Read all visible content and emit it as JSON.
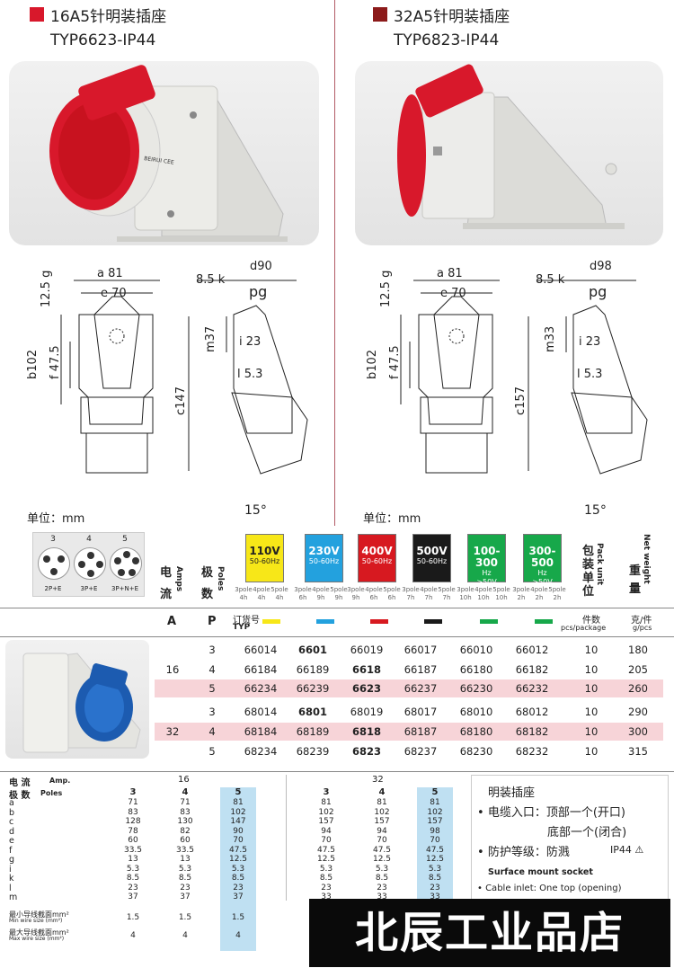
{
  "product_left": {
    "name": "16A5针明装插座",
    "model": "TYP6623-IP44",
    "color": "#d8182b"
  },
  "product_right": {
    "name": "32A5针明装插座",
    "model": "TYP6823-IP44",
    "color": "#8c1a1a"
  },
  "drawing_left": {
    "a": "a 81",
    "e": "e 70",
    "g": "12.5 g",
    "b": "b102",
    "f": "f 47.5",
    "d": "d90",
    "k": "8.5 k",
    "pg": "pg",
    "m": "m37",
    "i": "i 23",
    "l": "l 5.3",
    "c": "c147",
    "angle": "15°",
    "unit": "单位：mm"
  },
  "drawing_right": {
    "a": "a 81",
    "e": "e 70",
    "g": "12.5 g",
    "b": "b102",
    "f": "f 47.5",
    "d": "d98",
    "k": "8.5 k",
    "pg": "pg",
    "m": "m33",
    "i": "i 23",
    "l": "l 5.3",
    "c": "c157",
    "angle": "15°",
    "unit": "单位：mm"
  },
  "poles": [
    {
      "n": "3",
      "lbl": "2P+E"
    },
    {
      "n": "4",
      "lbl": "3P+E"
    },
    {
      "n": "5",
      "lbl": "3P+N+E"
    }
  ],
  "hdr": {
    "current": "电流",
    "current_en": "Amps",
    "poles": "极数",
    "poles_en": "Poles",
    "pack": "包装单位",
    "pack_en": "Pack unit",
    "weight": "重量",
    "weight_en": "Net weight",
    "A": "A",
    "P": "P",
    "order": "订货号",
    "typ": "TYP",
    "pieces": "件数",
    "pcs_pkg": "pcs/package",
    "kg": "克/件",
    "gpcs": "g/pcs"
  },
  "voltages": [
    {
      "v": "110V",
      "hz": "50-60Hz",
      "bg": "#f7e718",
      "fg": "#222",
      "poles": [
        "3pole",
        "4pole",
        "5pole"
      ],
      "h": [
        "4h",
        "4h",
        "4h"
      ]
    },
    {
      "v": "230V",
      "hz": "50-60Hz",
      "bg": "#23a1de",
      "fg": "#fff",
      "poles": [
        "3pole",
        "4pole",
        "5pole"
      ],
      "h": [
        "6h",
        "9h",
        "9h"
      ]
    },
    {
      "v": "400V",
      "hz": "50-60Hz",
      "bg": "#d71920",
      "fg": "#fff",
      "poles": [
        "3pole",
        "4pole",
        "5pole"
      ],
      "h": [
        "9h",
        "6h",
        "6h"
      ]
    },
    {
      "v": "500V",
      "hz": "50-60Hz",
      "bg": "#1a1a1a",
      "fg": "#fff",
      "poles": [
        "3pole",
        "4pole",
        "5pole"
      ],
      "h": [
        "7h",
        "7h",
        "7h"
      ]
    },
    {
      "v": "100-300",
      "hz": "Hz",
      "hz2": ">50V",
      "bg": "#17a84a",
      "fg": "#fff",
      "poles": [
        "3pole",
        "4pole",
        "5pole"
      ],
      "h": [
        "10h",
        "10h",
        "10h"
      ]
    },
    {
      "v": "300-500",
      "hz": "Hz",
      "hz2": ">50V",
      "bg": "#17a84a",
      "fg": "#fff",
      "poles": [
        "3pole",
        "4pole",
        "5pole"
      ],
      "h": [
        "2h",
        "2h",
        "2h"
      ]
    }
  ],
  "colbars": [
    "#f7e718",
    "#23a1de",
    "#d71920",
    "#1a1a1a",
    "#17a84a",
    "#17a84a"
  ],
  "rows": [
    {
      "a": "",
      "p": "3",
      "c": [
        "66014",
        "6601",
        "66019",
        "66017",
        "66010",
        "66012"
      ],
      "pk": "10",
      "w": "180",
      "bold": 1,
      "hl": false
    },
    {
      "a": "16",
      "p": "4",
      "c": [
        "66184",
        "66189",
        "6618",
        "66187",
        "66180",
        "66182"
      ],
      "pk": "10",
      "w": "205",
      "bold": 2,
      "hl": false
    },
    {
      "a": "",
      "p": "5",
      "c": [
        "66234",
        "66239",
        "6623",
        "66237",
        "66230",
        "66232"
      ],
      "pk": "10",
      "w": "260",
      "bold": 2,
      "hl": true
    },
    {
      "a": "",
      "p": "3",
      "c": [
        "68014",
        "6801",
        "68019",
        "68017",
        "68010",
        "68012"
      ],
      "pk": "10",
      "w": "290",
      "bold": 1,
      "hl": false
    },
    {
      "a": "32",
      "p": "4",
      "c": [
        "68184",
        "68189",
        "6818",
        "68187",
        "68180",
        "68182"
      ],
      "pk": "10",
      "w": "300",
      "bold": 2,
      "hl": true
    },
    {
      "a": "",
      "p": "5",
      "c": [
        "68234",
        "68239",
        "6823",
        "68237",
        "68230",
        "68232"
      ],
      "pk": "10",
      "w": "315",
      "bold": 2,
      "hl": false
    }
  ],
  "dimtable": {
    "h_current": "电 流",
    "h_amp": "Amp.",
    "h_poles": "极 数",
    "h_poles_en": "Poles",
    "a16": "16",
    "a32": "32",
    "labels": [
      "a",
      "b",
      "c",
      "d",
      "e",
      "f",
      "g",
      "i",
      "k",
      "l",
      "m"
    ],
    "cols16": {
      "p3": [
        "71",
        "83",
        "128",
        "78",
        "60",
        "33.5",
        "13",
        "5.3",
        "8.5",
        "23",
        "37"
      ],
      "p4": [
        "71",
        "83",
        "130",
        "82",
        "60",
        "33.5",
        "13",
        "5.3",
        "8.5",
        "23",
        "37"
      ],
      "p5": [
        "81",
        "102",
        "147",
        "90",
        "70",
        "47.5",
        "12.5",
        "5.3",
        "8.5",
        "23",
        "37"
      ]
    },
    "cols32": {
      "p3": [
        "81",
        "102",
        "157",
        "94",
        "70",
        "47.5",
        "12.5",
        "5.3",
        "8.5",
        "23",
        "33"
      ],
      "p4": [
        "81",
        "102",
        "157",
        "94",
        "70",
        "47.5",
        "12.5",
        "5.3",
        "8.5",
        "23",
        "33"
      ],
      "p5": [
        "81",
        "102",
        "157",
        "98",
        "70",
        "47.5",
        "12.5",
        "5.3",
        "8.5",
        "23",
        "33"
      ]
    },
    "min_cn": "最小导线截面mm²",
    "min_en": "Min wire size (mm²)",
    "min16": [
      "1.5",
      "1.5",
      "1.5"
    ],
    "max_cn": "最大导线截面mm²",
    "max_en": "Max wire size (mm²)",
    "max16": [
      "4",
      "4",
      "4"
    ]
  },
  "desc": {
    "title": "明装插座",
    "inlet": "电缆入口：顶部一个(开口)",
    "inlet2": "底部一个(闭合)",
    "protect": "防护等级：防溅",
    "ip": "IP44",
    "en_title": "Surface mount socket",
    "en_inlet": "Cable inlet: One top (opening)"
  },
  "banner": "北辰工业品店"
}
